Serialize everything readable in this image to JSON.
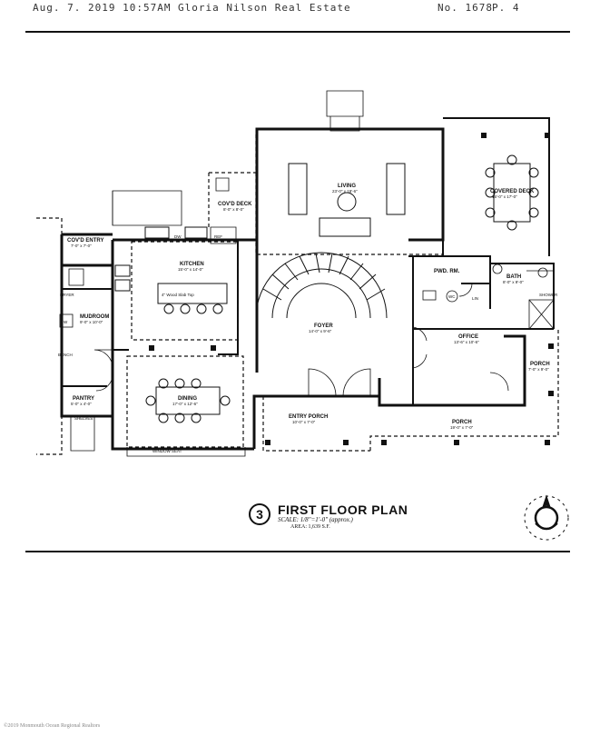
{
  "fax_header": {
    "date_time": "Aug. 7. 2019 10:57AM",
    "sender": "Gloria Nilson Real Estate",
    "fax_no": "No. 1678",
    "page": "P. 4"
  },
  "plan": {
    "number": "3",
    "title": "FIRST FLOOR PLAN",
    "scale": "SCALE: 1/8\"=1'-0\" (approx.)",
    "area": "AREA: 1,639 S.F."
  },
  "rooms": {
    "covd_entry": {
      "name": "COV'D ENTRY",
      "dim": "7'-0\" x 7'-0\""
    },
    "mudroom": {
      "name": "MUDROOM",
      "dim": "9'-0\" x 10'-0\""
    },
    "pantry": {
      "name": "PANTRY",
      "dim": "5'-0\" x 4'-0\""
    },
    "kitchen": {
      "name": "KITCHEN",
      "dim": "15'-0\" x 14'-0\""
    },
    "island": {
      "name": "4\" Wood Slab Top"
    },
    "dining": {
      "name": "DINING",
      "dim": "17'-0\" x 12'-6\""
    },
    "covd_deck": {
      "name": "COV'D DECK",
      "dim": "8'-0\" x 8'-0\""
    },
    "living": {
      "name": "LIVING",
      "dim": "23'-0\" x 19'-6\""
    },
    "foyer": {
      "name": "FOYER",
      "dim": "14'-0\" x 9'-6\""
    },
    "entry_porch": {
      "name": "ENTRY PORCH",
      "dim": "10'-0\" x 7'-0\""
    },
    "pwd_rm": {
      "name": "PWD. RM.",
      "dim": ""
    },
    "bath": {
      "name": "BATH",
      "dim": "8'-0\" x 9'-0\""
    },
    "office": {
      "name": "OFFICE",
      "dim": "13'-6\" x 10'-6\""
    },
    "porch_side": {
      "name": "PORCH",
      "dim": "7'-0\" x 9'-0\""
    },
    "porch_front": {
      "name": "PORCH",
      "dim": "19'-0\" x 7'-0\""
    },
    "covered_deck": {
      "name": "COVERED DECK",
      "dim": "15'-0\" x 17'-0\""
    },
    "window_seat": {
      "name": "WINDOW SEAT"
    }
  },
  "fixture_labels": {
    "dryer": "DRYER",
    "washer": "W",
    "bench": "BENCH",
    "lin": "LIN",
    "shower": "SHOWER",
    "refrigerator": "REF",
    "dishwasher": "DW",
    "shelves": "SHELVES",
    "water_closet": "WC"
  },
  "copyright": "©2019 Monmouth Ocean Regional Realtors"
}
